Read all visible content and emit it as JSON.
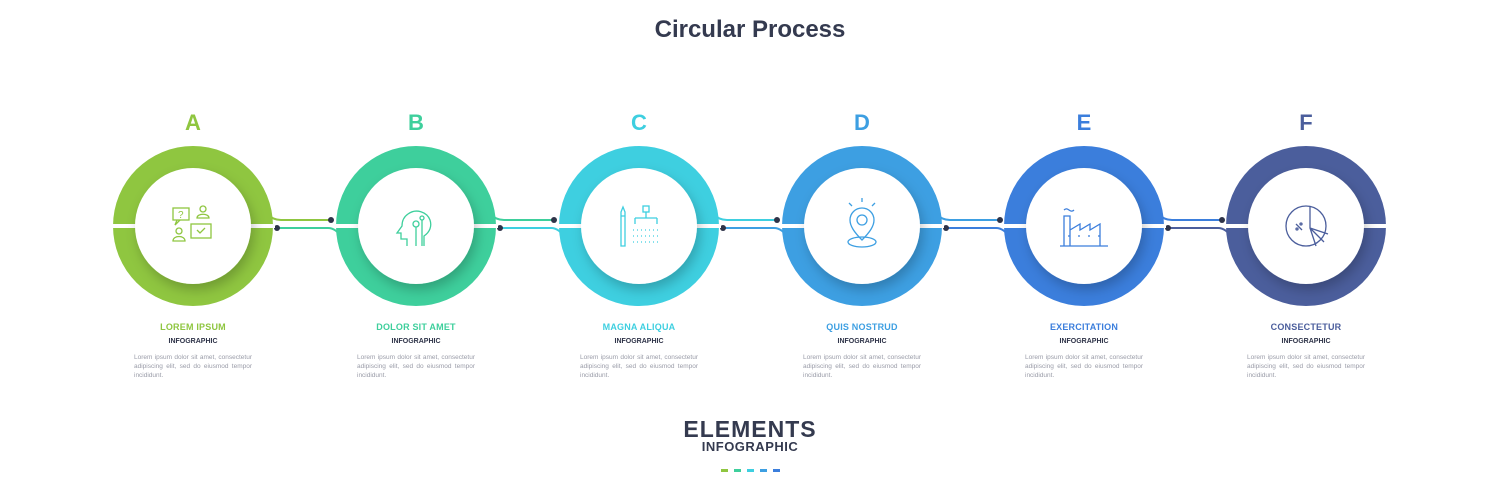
{
  "title": "Circular Process",
  "steps": [
    {
      "letter": "A",
      "title": "LOREM IPSUM",
      "subtitle": "INFOGRAPHIC",
      "desc": "Lorem ipsum dolor sit amet, consectetur adipiscing elit, sed do eiusmod tempor incididunt.",
      "color": "#8fc640",
      "icon": "chat-users-icon"
    },
    {
      "letter": "B",
      "title": "DOLOR SIT AMET",
      "subtitle": "INFOGRAPHIC",
      "desc": "Lorem ipsum dolor sit amet, consectetur adipiscing elit, sed do eiusmod tempor incididunt.",
      "color": "#3ecf9c",
      "icon": "ai-head-icon"
    },
    {
      "letter": "C",
      "title": "MAGNA ALIQUA",
      "subtitle": "INFOGRAPHIC",
      "desc": "Lorem ipsum dolor sit amet, consectetur adipiscing elit, sed do eiusmod tempor incididunt.",
      "color": "#3ecfe0",
      "icon": "structure-pencil-icon"
    },
    {
      "letter": "D",
      "title": "QUIS NOSTRUD",
      "subtitle": "INFOGRAPHIC",
      "desc": "Lorem ipsum dolor sit amet, consectetur adipiscing elit, sed do eiusmod tempor incididunt.",
      "color": "#3d9fe2",
      "icon": "map-pin-icon"
    },
    {
      "letter": "E",
      "title": "EXERCITATION",
      "subtitle": "INFOGRAPHIC",
      "desc": "Lorem ipsum dolor sit amet, consectetur adipiscing elit, sed do eiusmod tempor incididunt.",
      "color": "#3b7edc",
      "icon": "factory-icon"
    },
    {
      "letter": "F",
      "title": "CONSECTETUR",
      "subtitle": "INFOGRAPHIC",
      "desc": "Lorem ipsum dolor sit amet, consectetur adipiscing elit, sed do eiusmod tempor incididunt.",
      "color": "#4b5e9c",
      "icon": "pie-chart-icon"
    }
  ],
  "logo": {
    "line1": "ELEMENTS",
    "line2": "INFOGRAPHIC"
  }
}
